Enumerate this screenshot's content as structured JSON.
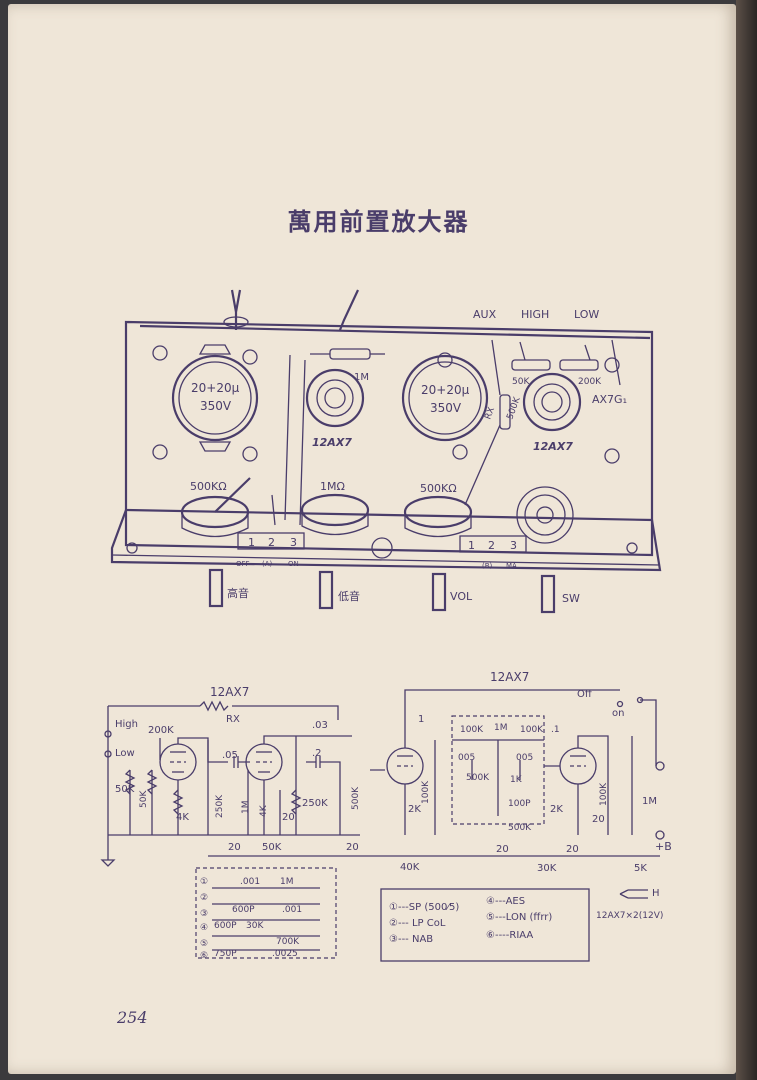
{
  "page": {
    "title": "萬用前置放大器",
    "page_number": "254"
  },
  "chassis": {
    "switch_header": {
      "aux": "AUX",
      "high": "HIGH",
      "low": "LOW"
    },
    "capacitor_left": {
      "line1": "20+20μ",
      "line2": "350V"
    },
    "capacitor_right": {
      "line1": "20+20μ",
      "line2": "350V"
    },
    "tube_left": "12AX7",
    "tube_right": "12AX7",
    "tube_right_side": "AX7G₁",
    "res_1m": "1M",
    "res_50k": "50K",
    "res_200k": "200K",
    "res_rx": "RX",
    "res_500k_small": "500K",
    "pot_left": "500KΩ",
    "pot_mid": "1MΩ",
    "pot_right": "500KΩ",
    "terminals_left": {
      "n1": "1",
      "n2": "2",
      "n3": "3",
      "label_off": "OFF",
      "label_a": "(A)",
      "label_on": "ON"
    },
    "terminals_right": {
      "n1": "1",
      "n2": "2",
      "n3": "3",
      "label_b": "(B)",
      "label_ma": "MA"
    },
    "knob_labels": {
      "treble": "高音",
      "bass": "低音",
      "vol": "VOL",
      "sw": "SW"
    }
  },
  "schematic": {
    "tube_left": "12AX7",
    "tube_right": "12AX7",
    "inputs": {
      "high": "High",
      "low": "Low"
    },
    "rx": "RX",
    "v1": {
      "r200k": "200K",
      "r50k_a": "50K",
      "r50k_b": "50K",
      "r4k": "4K",
      "c05": ".05",
      "r250k": "250K"
    },
    "v2": {
      "r1m": "1M",
      "r4k": "4K",
      "c20": "20",
      "c2": ".2",
      "r250k": "250K",
      "c03": ".03"
    },
    "shared": {
      "c20a": "20",
      "r50k": "50K",
      "c20b": "20",
      "r40k": "40K"
    },
    "v3": {
      "r500k": "500K",
      "c1": "1",
      "r2k": "2K",
      "r100k": "100K"
    },
    "eq": {
      "r100k_a": "100K",
      "r1m": "1M",
      "r100k_b": "100K",
      "c1": ".1",
      "c005a": "005",
      "c005b": "005",
      "r500k": "500K",
      "r1k": "1K",
      "c100p": "100P",
      "r500k_b": "500K"
    },
    "v4": {
      "r2k": "2K",
      "c20": "20",
      "r100k": "100K",
      "r1m": "1M"
    },
    "switch": {
      "off": "Off",
      "on": "on"
    },
    "supply": {
      "b_plus": "+B",
      "r30k": "30K",
      "r5k": "5K",
      "c20": "20",
      "c20b": "20",
      "heater_label": "12AX7×2(12V)",
      "h": "H"
    },
    "network": {
      "c001": ".001",
      "r1m": "1M",
      "c600p_a": "600P",
      "c001b": ".001",
      "c600p_b": "600P",
      "r30k": "30K",
      "r700k": "700K",
      "c0025": ".0025",
      "c750p": "750P",
      "n1": "①",
      "n2": "②",
      "n3": "③",
      "n4": "④",
      "n5": "⑤",
      "n6": "⑥"
    },
    "legend": [
      {
        "text": "①---SP (500⁄5)"
      },
      {
        "text": "④---AES"
      },
      {
        "text": "②--- LP CoL"
      },
      {
        "text": "⑤---LON (ffrr)"
      },
      {
        "text": "③--- NAB"
      },
      {
        "text": "⑥----RIAA"
      }
    ]
  }
}
